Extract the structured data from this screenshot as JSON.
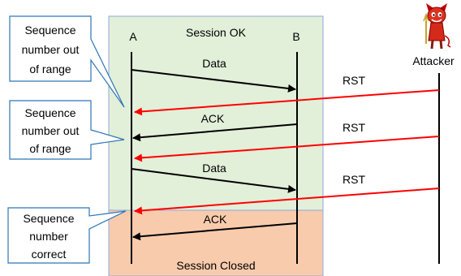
{
  "session": {
    "ok_label": "Session OK",
    "closed_label": "Session Closed"
  },
  "nodes": {
    "a_label": "A",
    "b_label": "B",
    "attacker_label": "Attacker"
  },
  "messages": {
    "data1": "Data",
    "ack1": "ACK",
    "data2": "Data",
    "ack2": "ACK",
    "rst1": "RST",
    "rst2": "RST",
    "rst3": "RST"
  },
  "callouts": [
    {
      "lines": [
        "Sequence",
        "number out",
        "of range"
      ]
    },
    {
      "lines": [
        "Sequence",
        "number out",
        "of range"
      ]
    },
    {
      "lines": [
        "Sequence",
        "number",
        "correct"
      ]
    }
  ],
  "icons": {
    "attacker": "devil-icon"
  },
  "colors": {
    "session_ok_fill": "#e2efd9",
    "session_closed_fill": "#f8cbad",
    "rst_arrow": "#ff0000",
    "callout_border": "#2e75b6"
  }
}
